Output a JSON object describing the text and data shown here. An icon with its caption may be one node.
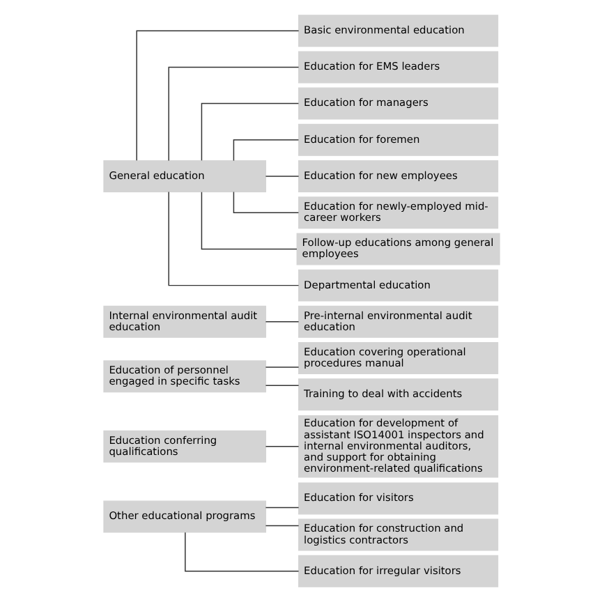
{
  "diagram": {
    "nodes": [
      {
        "text": [
          "General education"
        ]
      },
      {
        "text": [
          "Basic environmental education"
        ]
      },
      {
        "text": [
          "Education for EMS leaders"
        ]
      },
      {
        "text": [
          "Education for managers"
        ]
      },
      {
        "text": [
          "Education for foremen"
        ]
      },
      {
        "text": [
          "Education for new employees"
        ]
      },
      {
        "text": [
          "Education for newly-employed mid-career workers"
        ]
      },
      {
        "text": [
          "Follow-up educations among general employees"
        ]
      },
      {
        "text": [
          "Departmental education"
        ]
      },
      {
        "text": [
          "Internal environmental audit education"
        ]
      },
      {
        "text": [
          "Pre-internal environmental audit education"
        ]
      },
      {
        "text": [
          "Education of personnel engaged in specific tasks"
        ]
      },
      {
        "text": [
          "Education covering operational procedures manual"
        ]
      },
      {
        "text": [
          "Training to deal with accidents"
        ]
      },
      {
        "text": [
          "Education conferring qualifications"
        ]
      },
      {
        "text": [
          "Education for development of assistant ISO14001 inspectors and internal environmental auditors, and support for obtaining environment-related qualifications"
        ]
      },
      {
        "text": [
          "Other educational programs"
        ]
      },
      {
        "text": [
          "Education for visitors"
        ]
      },
      {
        "text": [
          "Education for construction and logistics contractors"
        ]
      },
      {
        "text": [
          "Education for irregular visitors"
        ]
      }
    ],
    "edges": [
      {
        "from": 0,
        "to": 1,
        "arrow": "none"
      },
      {
        "from": 0,
        "to": 2,
        "arrow": "none"
      },
      {
        "from": 0,
        "to": 3,
        "arrow": "none"
      },
      {
        "from": 0,
        "to": 4,
        "arrow": "none"
      },
      {
        "from": 0,
        "to": 5,
        "arrow": "none"
      },
      {
        "from": 0,
        "to": 6,
        "arrow": "none"
      },
      {
        "from": 0,
        "to": 7,
        "arrow": "none"
      },
      {
        "from": 0,
        "to": 8,
        "arrow": "none"
      },
      {
        "from": 9,
        "to": 10,
        "arrow": "none"
      },
      {
        "from": 11,
        "to": 12,
        "arrow": "none"
      },
      {
        "from": 11,
        "to": 13,
        "arrow": "none"
      },
      {
        "from": 14,
        "to": 15,
        "arrow": "none"
      },
      {
        "from": 16,
        "to": 17,
        "arrow": "none"
      },
      {
        "from": 16,
        "to": 18,
        "arrow": "none"
      },
      {
        "from": 16,
        "to": 19,
        "arrow": "none"
      }
    ]
  }
}
